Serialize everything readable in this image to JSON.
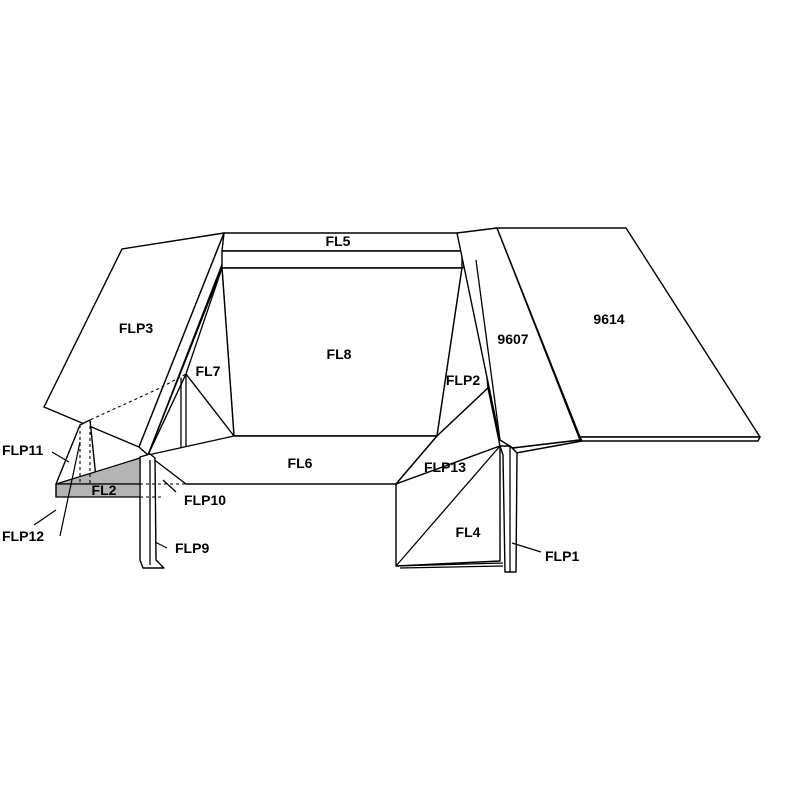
{
  "labels": {
    "fl5": "FL5",
    "fl8": "FL8",
    "flp3": "FLP3",
    "fl7": "FL7",
    "flp2": "FLP2",
    "fl6": "FL6",
    "flp13": "FLP13",
    "fl4": "FL4",
    "flp1": "FLP1",
    "fl2": "FL2",
    "flp11": "FLP11",
    "flp12": "FLP12",
    "flp10": "FLP10",
    "flp9": "FLP9",
    "part_9607": "9607",
    "part_9614": "9614"
  },
  "colors": {
    "line": "#000000",
    "shaded_panel": "#b4b4b4",
    "background": "#ffffff"
  }
}
